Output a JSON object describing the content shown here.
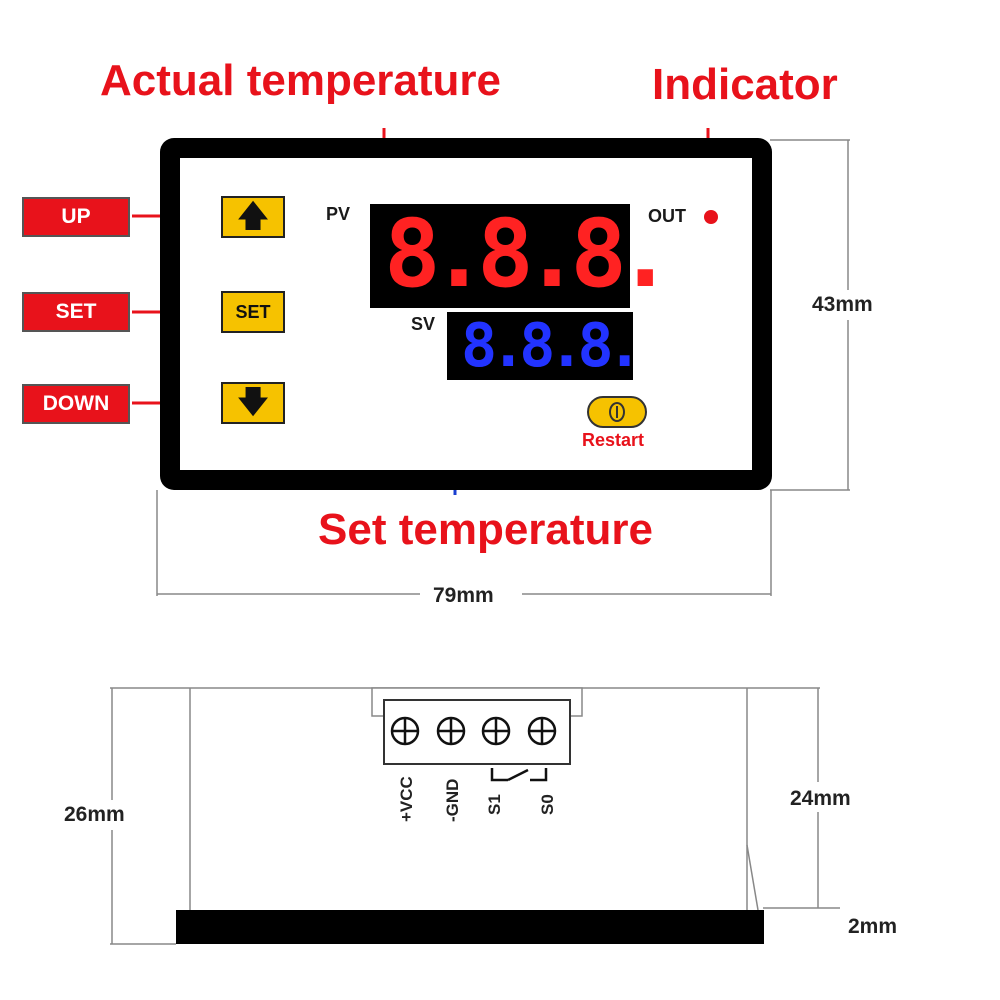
{
  "callouts": {
    "actual_temperature": "Actual temperature",
    "indicator": "Indicator",
    "set_temperature": "Set temperature"
  },
  "controls": {
    "up": "UP",
    "set": "SET",
    "down": "DOWN",
    "set_key": "SET"
  },
  "display": {
    "pv_label": "PV",
    "sv_label": "SV",
    "out_label": "OUT",
    "pv_readout": "8.8.8.",
    "sv_readout": "8.8.8.",
    "pv_color": "#ff2222",
    "sv_color": "#2233ff",
    "led_color": "#e8121b"
  },
  "restart": {
    "label": "Restart"
  },
  "dimensions": {
    "height": "43mm",
    "width": "79mm",
    "depth": "26mm",
    "body_depth": "24mm",
    "flange": "2mm"
  },
  "terminals": [
    "+VCC",
    "-GND",
    "S1",
    "S0"
  ],
  "colors": {
    "accent_red": "#e8121b",
    "key_yellow": "#f6c200",
    "arrow_blue": "#1a3fd0"
  }
}
